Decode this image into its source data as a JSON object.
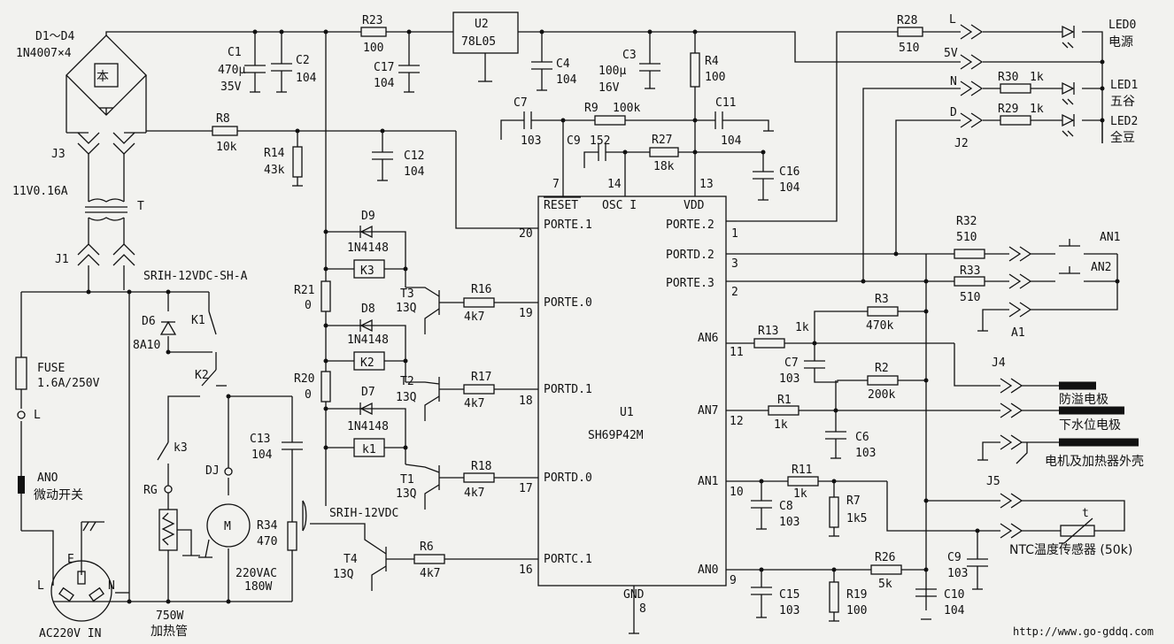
{
  "labels": {
    "d1d4": "D1～D4",
    "d1d4_part": "1N4007×4",
    "c1": "C1",
    "c1_v1": "470μ",
    "c1_v2": "35V",
    "c2": "C2",
    "c2_v": "104",
    "r23": "R23",
    "r23_v": "100",
    "u2": "U2",
    "u2_v": "78L05",
    "c17": "C17",
    "c17_v": "104",
    "c4": "C4",
    "c4_v": "104",
    "c3": "C3",
    "c3_v1": "100μ",
    "c3_v2": "16V",
    "r4": "R4",
    "r4_v": "100",
    "r28": "R28",
    "r28_v": "510",
    "l": "L",
    "v5": "5V",
    "n": "N",
    "d": "D",
    "r30": "R30",
    "r30_v": "1k",
    "r29": "R29",
    "r29_v": "1k",
    "led0": "LED0",
    "led0_cn": "电源",
    "led1": "LED1",
    "led1_cn": "五谷",
    "led2": "LED2",
    "led2_cn": "全豆",
    "j2": "J2",
    "c7a": "C7",
    "c7a_v": "103",
    "r9": "R9",
    "r9_v": "100k",
    "c11": "C11",
    "c11_v": "104",
    "c9a": "C9",
    "c9a_v": "152",
    "r27": "R27",
    "r27_v": "18k",
    "c16": "C16",
    "c16_v": "104",
    "j3": "J3",
    "trafo": "11V0.16A",
    "t": "T",
    "r8": "R8",
    "r8_v": "10k",
    "r14": "R14",
    "r14_v": "43k",
    "c12": "C12",
    "c12_v": "104",
    "j1": "J1",
    "relay_part": "SRIH-12VDC-SH-A",
    "d9": "D9",
    "d9_v": "1N4148",
    "k3": "K3",
    "r21": "R21",
    "r21_v": "0",
    "t3": "T3",
    "t3_v": "13Q",
    "r16": "R16",
    "r16_v": "4k7",
    "d8": "D8",
    "d8_v": "1N4148",
    "k2": "K2",
    "r20": "R20",
    "r20_v": "0",
    "t2": "T2",
    "t2_v": "13Q",
    "r17": "R17",
    "r17_v": "4k7",
    "d7": "D7",
    "d7_v": "1N4148",
    "k1": "k1",
    "t1": "T1",
    "t1_v": "13Q",
    "r18": "R18",
    "r18_v": "4k7",
    "buzzer": "SRIH-12VDC",
    "t4": "T4",
    "t4_v": "13Q",
    "r6": "R6",
    "r6_v": "4k7",
    "d6": "D6",
    "d6_v": "8A10",
    "k1_sw": "K1",
    "k2_sw": "K2",
    "k3_sw": "k3",
    "fuse": "FUSE",
    "fuse_v": "1.6A/250V",
    "l2": "L",
    "ano": "ANO",
    "ano_cn": "微动开关",
    "e": "E",
    "l3": "L",
    "n2": "N",
    "ac": "AC220V IN",
    "rg": "RG",
    "dj": "DJ",
    "c13": "C13",
    "c13_v": "104",
    "r34": "R34",
    "r34_v": "470",
    "motor": "M",
    "motor_v1": "220VAC",
    "motor_v2": "180W",
    "heater_v": "750W",
    "heater_cn": "加热管",
    "reset": "RESET",
    "osc": "OSC I",
    "vdd": "VDD",
    "pin7": "7",
    "pin14": "14",
    "pin13": "13",
    "porte1": "PORTE.1",
    "pin20": "20",
    "porte0": "PORTE.0",
    "pin19": "19",
    "portd1": "PORTD.1",
    "pin18": "18",
    "portd0": "PORTD.0",
    "pin17": "17",
    "portc1": "PORTC.1",
    "pin16": "16",
    "gnd": "GND",
    "pin8": "8",
    "u1": "U1",
    "u1_v": "SH69P42M",
    "porte2": "PORTE.2",
    "pin1": "1",
    "portd2": "PORTD.2",
    "pin3": "3",
    "porte3": "PORTE.3",
    "pin2": "2",
    "an6": "AN6",
    "pin11": "11",
    "an7": "AN7",
    "pin12": "12",
    "an1": "AN1",
    "pin10": "10",
    "an0": "AN0",
    "pin9": "9",
    "r32": "R32",
    "r32_v": "510",
    "r33": "R33",
    "r33_v": "510",
    "an1_sw": "AN1",
    "an2_sw": "AN2",
    "a1": "A1",
    "r13": "R13",
    "r13_v": "1k",
    "r3": "R3",
    "r3_v": "470k",
    "c7b": "C7",
    "c7b_v": "103",
    "j4": "J4",
    "j4_cn": "防溢电极",
    "r2": "R2",
    "r2_v": "200k",
    "r1": "R1",
    "r1_v": "1k",
    "c6": "C6",
    "c6_v": "103",
    "j4b_cn": "下水位电极",
    "j4c_cn": "电机及加热器外壳",
    "j5": "J5",
    "r11": "R11",
    "r11_v": "1k",
    "c8": "C8",
    "c8_v": "103",
    "r7": "R7",
    "r7_v": "1k5",
    "ntc_t": "t",
    "ntc": "NTC温度传感器 (50k)",
    "c9b": "C9",
    "c9b_v": "103",
    "r26": "R26",
    "r26_v": "5k",
    "c15": "C15",
    "c15_v": "103",
    "r19": "R19",
    "r19_v": "100",
    "c10": "C10",
    "c10_v": "104",
    "url": "http://www.go-gddq.com"
  }
}
